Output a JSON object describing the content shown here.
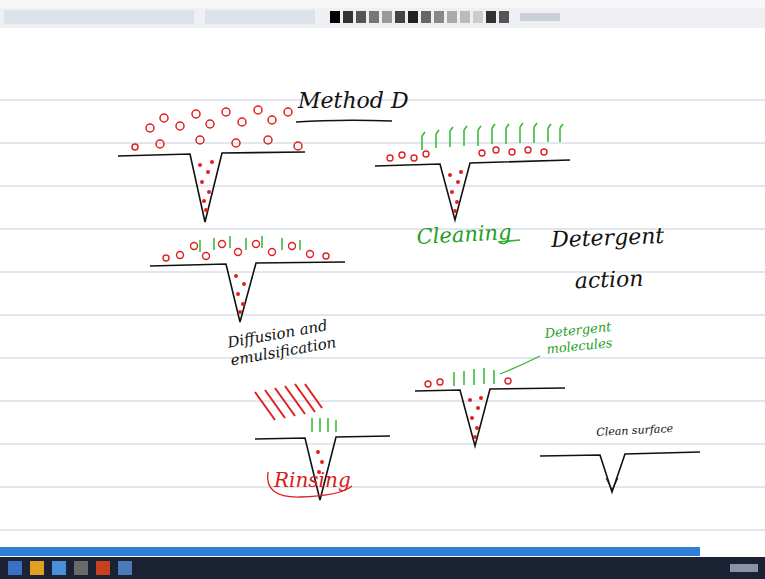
{
  "diagram": {
    "title": "Method D",
    "labels": [
      "Cleaning",
      "Detergent action",
      "Diffusion and emulsification",
      "Detergent molecules",
      "Rinsing",
      "Clean surface"
    ]
  }
}
